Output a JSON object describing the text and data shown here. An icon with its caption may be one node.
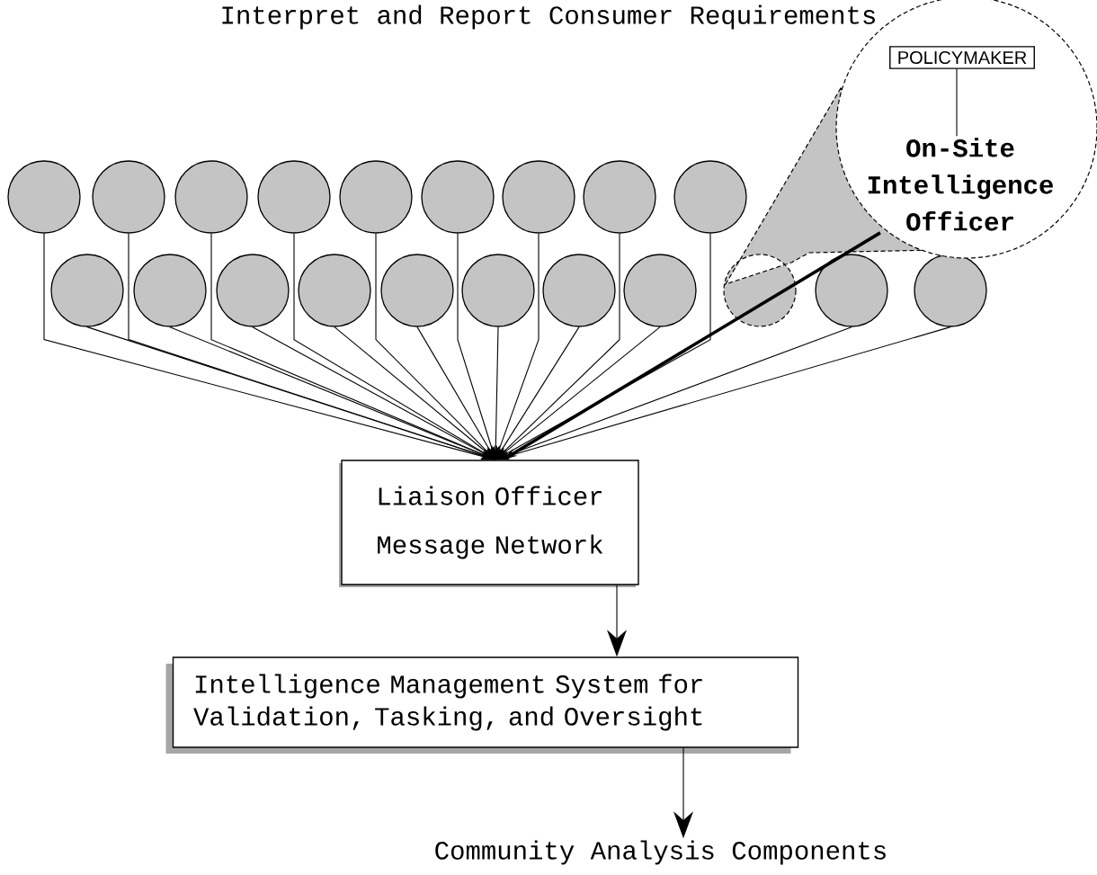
{
  "diagram": {
    "title": "Interpret and Report Consumer Requirements",
    "nodes": [
      {
        "text": [],
        "shape": "circle"
      },
      {
        "text": [],
        "shape": "circle"
      },
      {
        "text": [],
        "shape": "circle"
      },
      {
        "text": [],
        "shape": "circle"
      },
      {
        "text": [],
        "shape": "circle"
      },
      {
        "text": [],
        "shape": "circle"
      },
      {
        "text": [],
        "shape": "circle"
      },
      {
        "text": [],
        "shape": "circle"
      },
      {
        "text": [],
        "shape": "circle"
      },
      {
        "text": [],
        "shape": "circle"
      },
      {
        "text": [],
        "shape": "circle"
      },
      {
        "text": [],
        "shape": "circle"
      },
      {
        "text": [],
        "shape": "circle"
      },
      {
        "text": [],
        "shape": "circle"
      },
      {
        "text": [],
        "shape": "circle"
      },
      {
        "text": [],
        "shape": "circle"
      },
      {
        "text": [],
        "shape": "circle"
      },
      {
        "text": [],
        "shape": "circle"
      },
      {
        "text": [],
        "shape": "circle"
      },
      {
        "text": [],
        "shape": "circle"
      },
      {
        "text": [
          "POLICYMAKER"
        ],
        "in": 19
      },
      {
        "text": [
          "On-Site Intelligence Officer"
        ],
        "in": 19
      },
      {
        "text": [
          "Liaison Officer Message Network"
        ]
      },
      {
        "text": [
          "Intelligence Management System for Validation, Tasking, and Oversight"
        ]
      },
      {
        "text": [
          "Community Analysis Components"
        ]
      }
    ],
    "edges": [
      {
        "from": 0,
        "to": 22,
        "arrow": "to"
      },
      {
        "from": 1,
        "to": 22,
        "arrow": "to"
      },
      {
        "from": 2,
        "to": 22,
        "arrow": "to"
      },
      {
        "from": 3,
        "to": 22,
        "arrow": "to"
      },
      {
        "from": 4,
        "to": 22,
        "arrow": "to"
      },
      {
        "from": 5,
        "to": 22,
        "arrow": "to"
      },
      {
        "from": 6,
        "to": 22,
        "arrow": "to"
      },
      {
        "from": 7,
        "to": 22,
        "arrow": "to"
      },
      {
        "from": 8,
        "to": 22,
        "arrow": "to"
      },
      {
        "from": 9,
        "to": 22,
        "arrow": "to"
      },
      {
        "from": 10,
        "to": 22,
        "arrow": "to"
      },
      {
        "from": 11,
        "to": 22,
        "arrow": "to"
      },
      {
        "from": 12,
        "to": 22,
        "arrow": "to"
      },
      {
        "from": 13,
        "to": 22,
        "arrow": "to"
      },
      {
        "from": 14,
        "to": 22,
        "arrow": "to"
      },
      {
        "from": 15,
        "to": 22,
        "arrow": "to"
      },
      {
        "from": 16,
        "to": 22,
        "arrow": "to"
      },
      {
        "from": 17,
        "to": 22,
        "arrow": "to"
      },
      {
        "from": 18,
        "to": 22,
        "arrow": "to"
      },
      {
        "from": 20,
        "to": 21,
        "arrow": "none"
      },
      {
        "from": 21,
        "to": 22,
        "arrow": "to",
        "style": "thick"
      },
      {
        "from": 22,
        "to": 23,
        "arrow": "to"
      },
      {
        "from": 23,
        "to": 24,
        "arrow": "to"
      }
    ]
  }
}
